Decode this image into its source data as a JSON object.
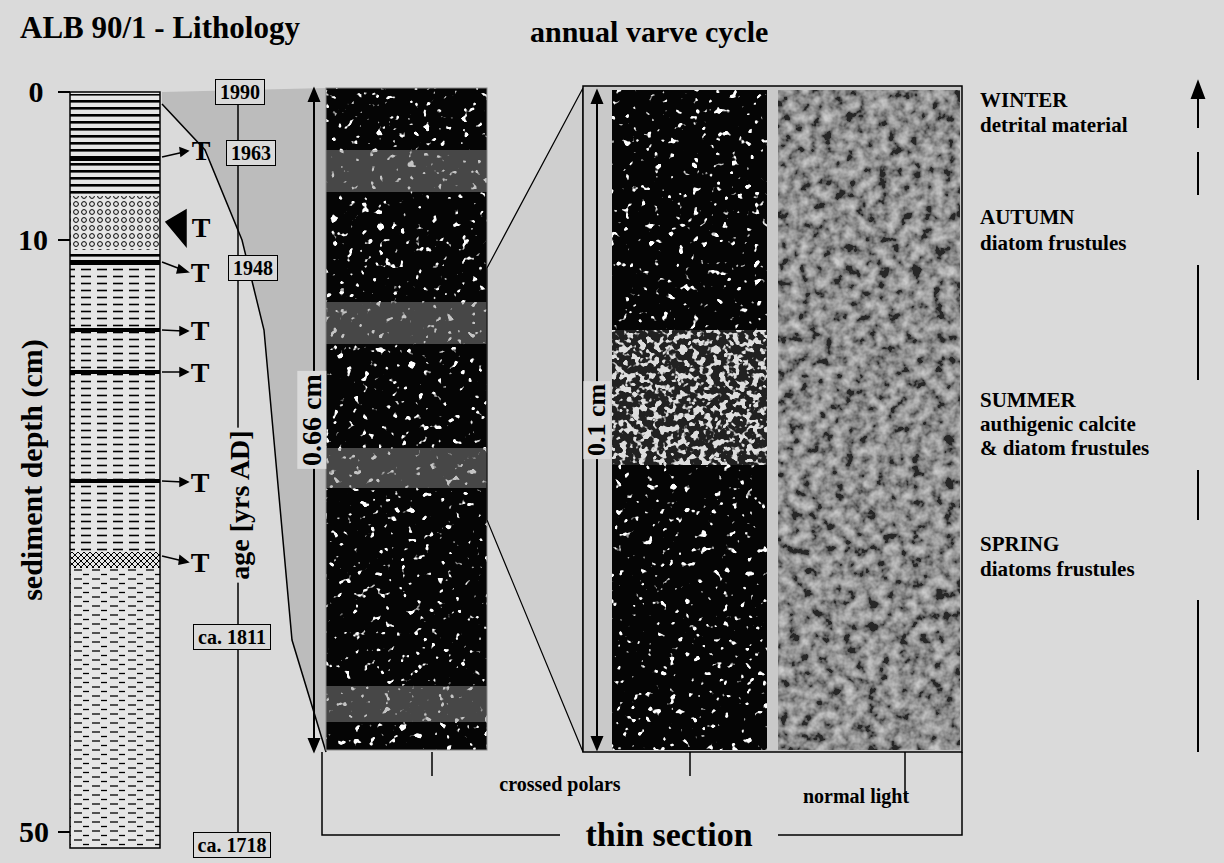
{
  "diagram": {
    "title": "ALB 90/1 - Lithology",
    "nodes": [
      {
        "text": [
          "1990"
        ]
      },
      {
        "text": [
          "1963"
        ]
      },
      {
        "text": [
          "1948"
        ]
      },
      {
        "text": [
          "ca. 1811"
        ]
      },
      {
        "text": [
          "ca. 1718"
        ]
      }
    ],
    "labels": [
      "annual varve cycle",
      "0",
      "10",
      "50",
      "sediment depth (cm)",
      "T",
      "T",
      "T",
      "T",
      "T",
      "T",
      "T",
      "age [yrs AD]",
      "0.66 cm",
      "0.1 cm",
      "crossed polars",
      "normal light",
      "thin section",
      "WINTER",
      "detrital material",
      "AUTUMN",
      "diatom frustules",
      "SUMMER",
      "authigenic calcite",
      "& diatom frustules",
      "SPRING",
      "diatoms frustules"
    ]
  }
}
